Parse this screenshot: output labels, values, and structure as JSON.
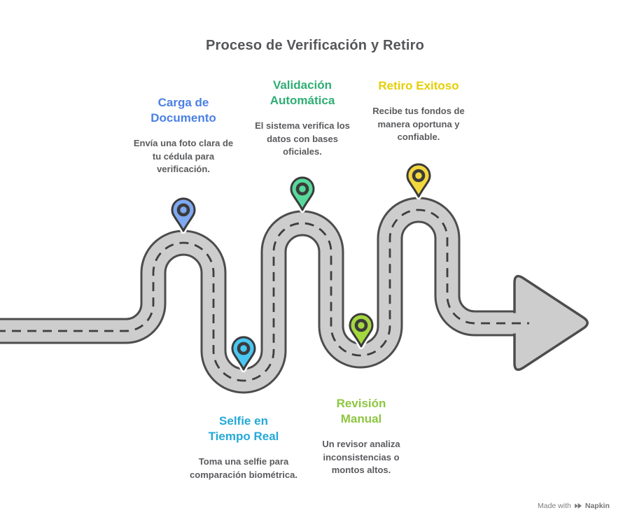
{
  "title": "Proceso de Verificación y Retiro",
  "title_color": "#55565a",
  "road": {
    "fill_color": "#cdcdcd",
    "border_color": "#4d4d4d",
    "dash_color": "#3e3e3e"
  },
  "steps": [
    {
      "title": "Carga de Documento",
      "description": "Envía una foto clara de tu cédula para verificación.",
      "accent_color": "#4a80e4",
      "pin_color": "#7fa9f0",
      "text_color": "#5a5b5e",
      "position": "top"
    },
    {
      "title": "Validación Automática",
      "description": "El sistema verifica los datos con bases oficiales.",
      "accent_color": "#2fae74",
      "pin_color": "#57d99b",
      "text_color": "#5a5b5e",
      "position": "top"
    },
    {
      "title": "Retiro Exitoso",
      "description": "Recibe tus fondos de manera oportuna y confiable.",
      "accent_color": "#e4cf05",
      "pin_color": "#f3d83d",
      "text_color": "#5a5b5e",
      "position": "top"
    },
    {
      "title": "Selfie en Tiempo Real",
      "description": "Toma una selfie para comparación biométrica.",
      "accent_color": "#24a9d8",
      "pin_color": "#4ac7f2",
      "text_color": "#5a5b5e",
      "position": "bottom"
    },
    {
      "title": "Revisión Manual",
      "description": "Un revisor analiza inconsistencias o montos altos.",
      "accent_color": "#8dc63f",
      "pin_color": "#a4d83f",
      "text_color": "#5a5b5e",
      "position": "bottom"
    }
  ],
  "watermark": {
    "made_with": "Made with",
    "brand": "Napkin"
  }
}
